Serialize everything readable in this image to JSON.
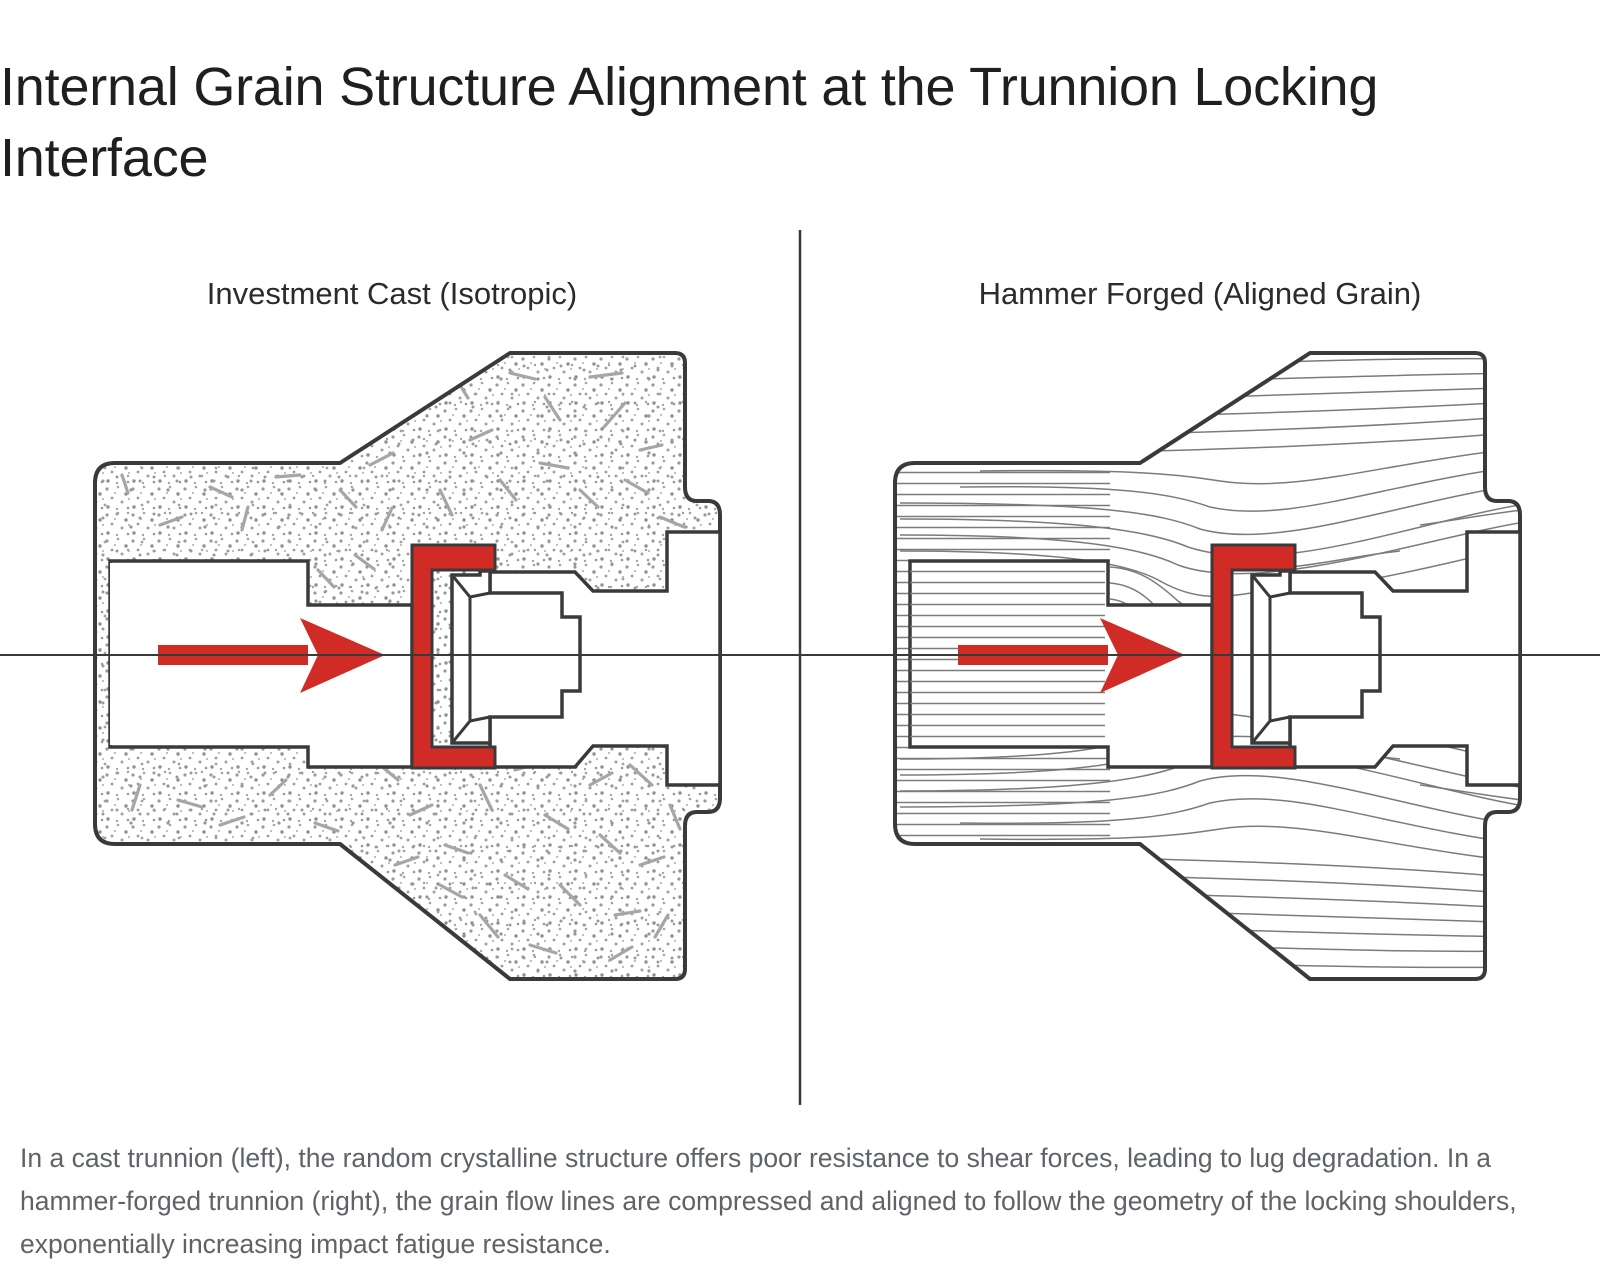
{
  "title": "Internal Grain Structure Alignment at the Trunnion Locking Interface",
  "panels": {
    "left": {
      "label": "Investment Cast (Isotropic)"
    },
    "right": {
      "label": "Hammer Forged (Aligned Grain)"
    }
  },
  "caption": "In a cast trunnion (left), the random crystalline structure offers poor resistance to shear forces, leading to lug degradation. In a hammer-forged trunnion (right), the grain flow lines are compressed and aligned to follow the geometry of the locking shoulders, exponentially increasing impact fatigue resistance.",
  "colors": {
    "accent_red": "#d12b25",
    "outline": "#3a3a3a",
    "grain": "#8a8a8a",
    "caption_text": "#5f6368"
  }
}
